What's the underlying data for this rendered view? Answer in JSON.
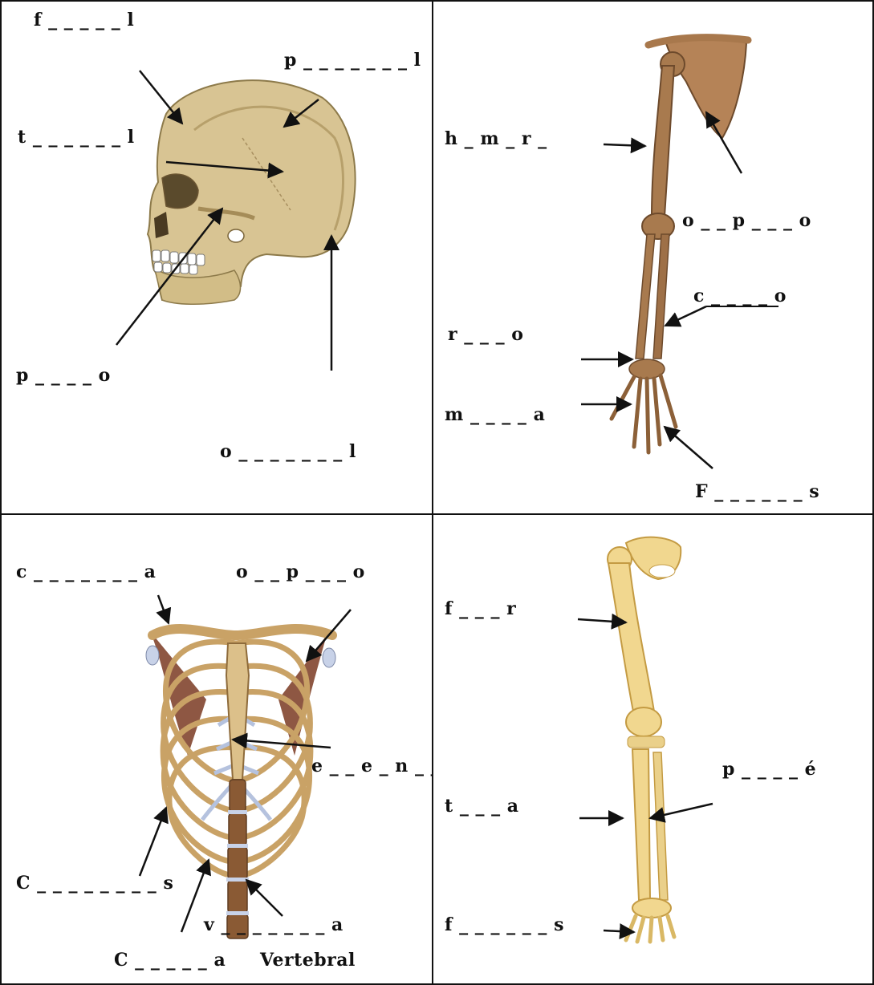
{
  "panels": {
    "skull": {
      "labels": {
        "frontal": "f _ _ _ _ _ l",
        "parietal": "p _ _ _ _ _ _ _ l",
        "temporal": "t _ _ _ _ _ _ l",
        "pomulo": "p _ _ _ _ o",
        "occipital": "o _ _ _ _ _ _ _ l"
      }
    },
    "arm": {
      "labels": {
        "humero": "h _ m _ r _",
        "omoplato": "o _ _ p _ _ _ o",
        "cubito": "c _ _ _ _ o",
        "radio": "r _ _ _ o",
        "metacarpo": "m _ _ _ _ a",
        "falanges": "F _ _ _ _ _ _ s"
      }
    },
    "thorax": {
      "labels": {
        "clavicula": "c _ _ _ _ _ _ _ a",
        "omoplato": "o _ _ p _ _ _ o",
        "esternon": "e _ _ e _ n _ _",
        "costillas": "C _ _ _ _ _ _ _ _ s",
        "vertebra": "v _ _ _ _ _ _ _ a",
        "columna": "C _ _ _ _ _ a",
        "vertebral": "Vertebral"
      }
    },
    "leg": {
      "labels": {
        "femur": "f _ _ _ r",
        "peroné": "p _ _ _ _ é",
        "tibia": "t _ _ _ a",
        "falanges": "f _ _ _ _ _ _ s"
      }
    }
  },
  "colors": {
    "border": "#111111",
    "skull_bone": "#d8c493",
    "arm_bone": "#a87a4e",
    "thorax_bone": "#c9a266",
    "cartilage": "#b5c2de",
    "muscle": "#7a3a22",
    "leg_bone": "#f1d78f"
  }
}
